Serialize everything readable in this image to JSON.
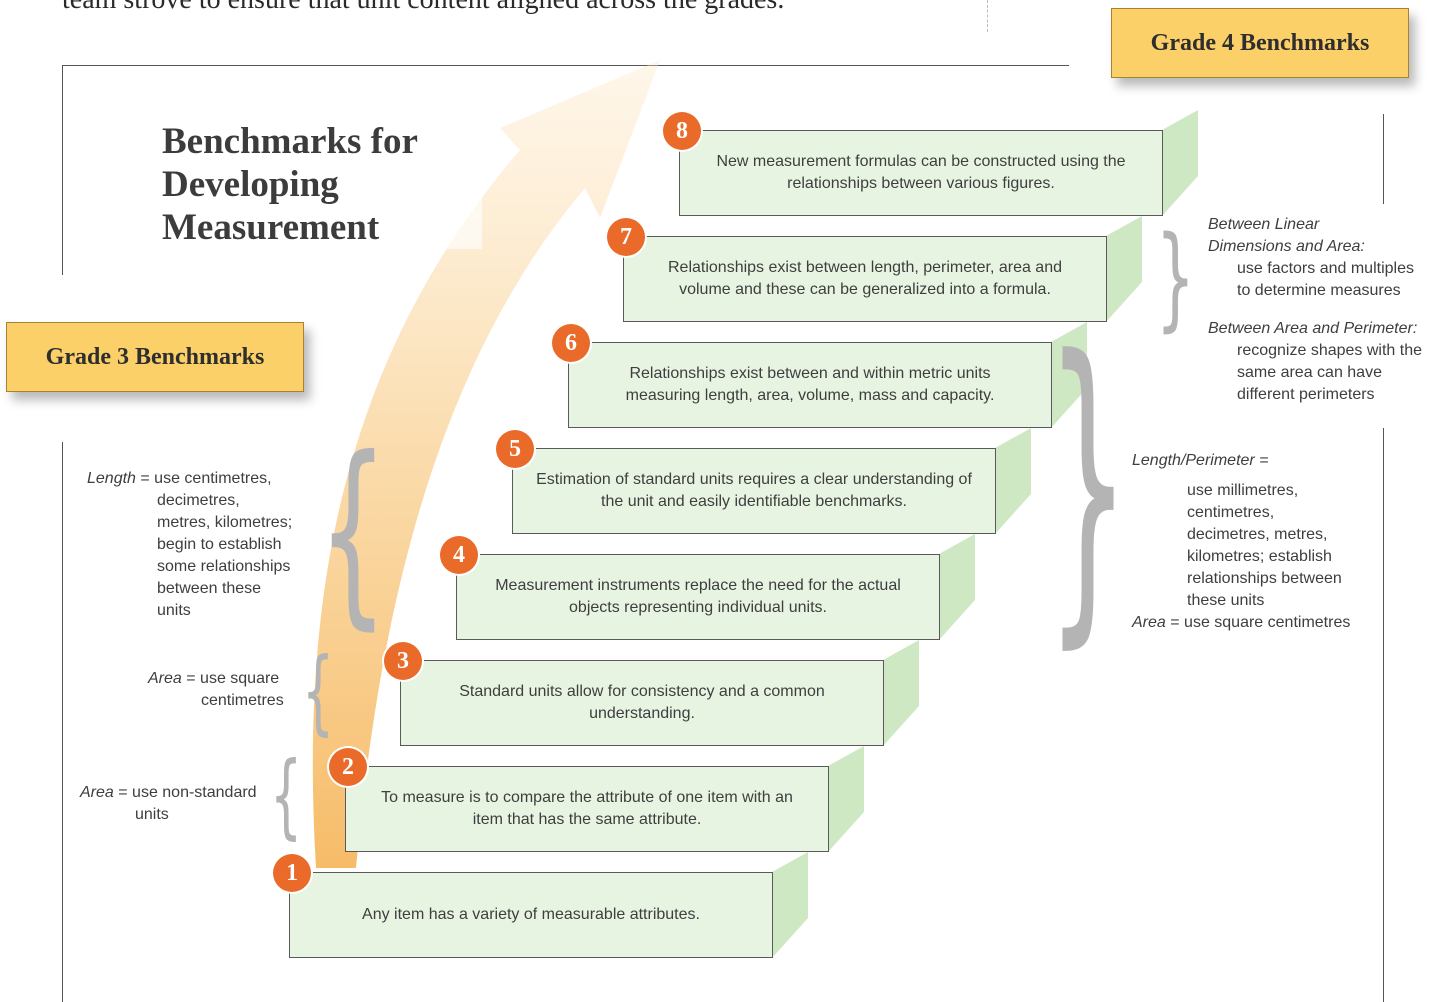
{
  "intro_text": "team strove to ensure that unit content aligned across the grades.",
  "title_lines": [
    "Benchmarks for",
    "Developing",
    "Measurement"
  ],
  "grade3_label": "Grade 3 Benchmarks",
  "grade4_label": "Grade 4 Benchmarks",
  "colors": {
    "step_fill": "#e8f4e2",
    "step_side": "#cfe8c4",
    "badge": "#ea6a2a",
    "grade_label": "#fcd068",
    "arrow": "#f8c878"
  },
  "steps": [
    {
      "num": "1",
      "text": "Any item has a variety of measurable attributes."
    },
    {
      "num": "2",
      "text": "To measure is to compare the attribute of one item with an item that has the same attribute."
    },
    {
      "num": "3",
      "text": "Standard units allow for consistency and a common understanding."
    },
    {
      "num": "4",
      "text": "Measurement instruments replace the need for the actual objects representing individual units."
    },
    {
      "num": "5",
      "text": "Estimation of standard units requires a clear understanding of the unit and easily identifiable benchmarks."
    },
    {
      "num": "6",
      "text": "Relationships exist between and within metric units measuring length, area, volume, mass and capacity."
    },
    {
      "num": "7",
      "text": "Relationships exist between length, perimeter, area and volume and these can be generalized into a formula."
    },
    {
      "num": "8",
      "text": "New measurement formulas can be constructed using the relationships between various figures."
    }
  ],
  "grade3_notes": {
    "length_term": "Length",
    "length_eq": "= use centimetres,",
    "length_rest": [
      "decimetres,",
      "metres, kilometres;",
      "begin to establish",
      "some relationships",
      "between these",
      "units"
    ],
    "area_sq_term": "Area",
    "area_sq_eq": "= use square",
    "area_sq_rest": "centimetres",
    "area_ns_term": "Area",
    "area_ns_eq": "= use non-standard",
    "area_ns_rest": "units"
  },
  "grade4_notes": {
    "lin_area_head": [
      "Between Linear",
      "Dimensions and Area:"
    ],
    "lin_area_body": [
      "use factors and multiples",
      "to determine measures"
    ],
    "area_perim_head": "Between Area and Perimeter:",
    "area_perim_body": [
      "recognize shapes with the",
      "same area can have",
      "different perimeters"
    ],
    "length_term": "Length/Perimeter =",
    "length_body": [
      "use millimetres,",
      "centimetres,",
      "decimetres, metres,",
      "kilometres; establish",
      "relationships between",
      "these units"
    ],
    "area_term": "Area",
    "area_eq": "= use square centimetres"
  }
}
